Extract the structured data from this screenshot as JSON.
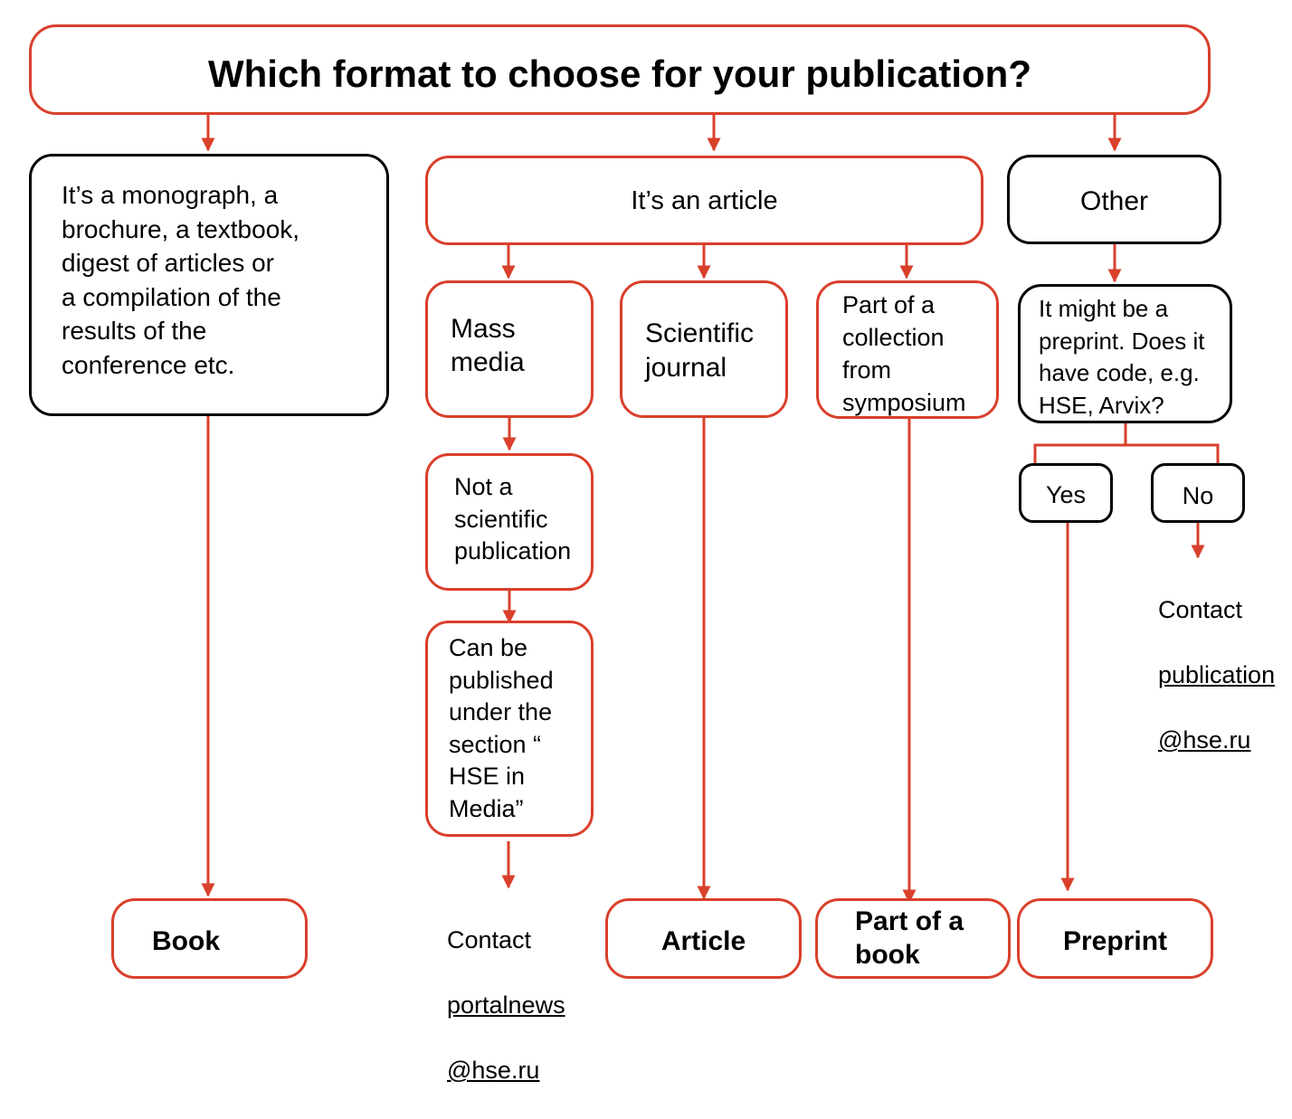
{
  "title": "Which format to choose for your publication?",
  "categories": {
    "book_desc": "It’s a monograph, a\nbrochure,  a textbook,\ndigest of articles or\na compilation of the\nresults of the\nconference etc.",
    "article": "It’s an article",
    "other": "Other"
  },
  "article_types": {
    "mass_media": "Mass\nmedia",
    "scientific_journal": "Scientific\njournal",
    "symposium": "Part of a\ncollection\nfrom\nsymposium"
  },
  "mass_media_path": {
    "not_scientific": "Not a\nscientific\npublication",
    "can_be_published": "Can be\npublished\nunder the\nsection “\nHSE in\nMedia”",
    "contact_label": "Contact",
    "contact_email_1": "portalnews",
    "contact_email_2": "@hse.ru"
  },
  "other_path": {
    "preprint_question": "It might be a\npreprint. Does it\nhave code, e.g.\nHSE, Arvix?",
    "yes": "Yes",
    "no": "No",
    "contact_label": "Contact",
    "contact_email_1": "publication",
    "contact_email_2": "@hse.ru"
  },
  "outcomes": {
    "book": "Book",
    "article": "Article",
    "part_of_book": "Part of a\nbook",
    "preprint": "Preprint"
  },
  "colors": {
    "accent": "#d9402b",
    "dark": "#000000"
  }
}
